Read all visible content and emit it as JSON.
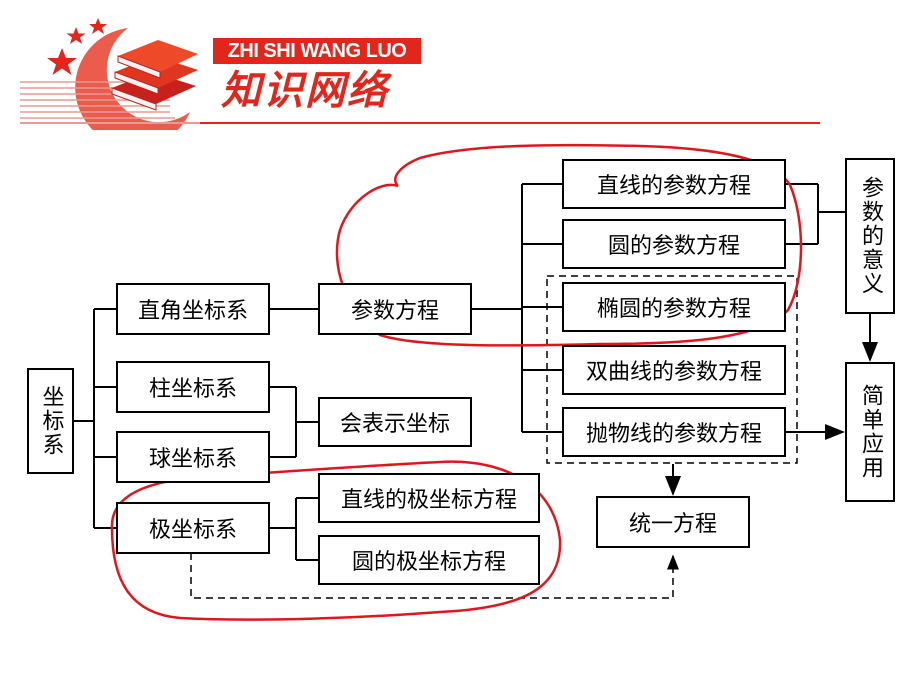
{
  "header": {
    "pinyin": "ZHI SHI WANG LUO",
    "title": "知识网络"
  },
  "nodes": {
    "root": "坐标系",
    "rect": "直角坐标系",
    "cyl": "柱坐标系",
    "sph": "球坐标系",
    "polar": "极坐标系",
    "param": "参数方程",
    "know": "会表示坐标",
    "line_polar": "直线的极坐标方程",
    "circle_polar": "圆的极坐标方程",
    "line_param": "直线的参数方程",
    "circle_param": "圆的参数方程",
    "ellipse_param": "椭圆的参数方程",
    "hyperbola_param": "双曲线的参数方程",
    "parabola_param": "抛物线的参数方程",
    "unify": "统一方程",
    "meaning": "参数的意义",
    "app": "简单应用"
  },
  "colors": {
    "accent": "#e2261c",
    "annotation": "#e0161c",
    "line": "#000000"
  }
}
